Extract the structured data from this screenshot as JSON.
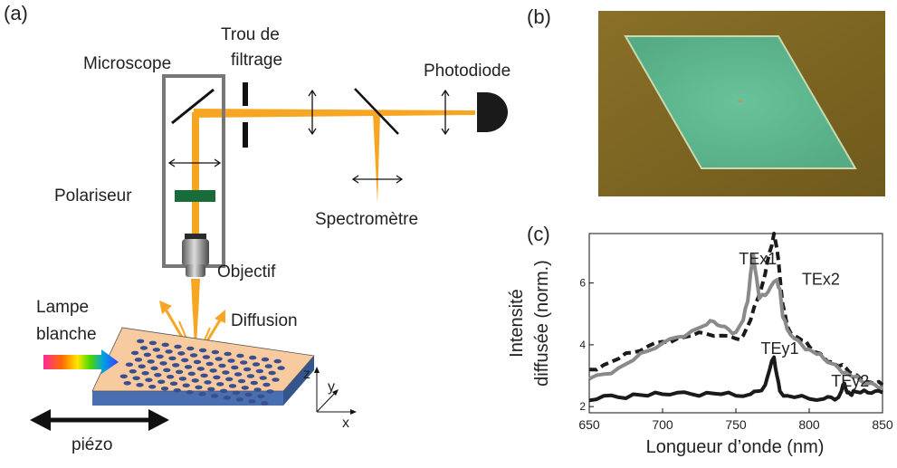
{
  "panel_a": {
    "panel_label": "(a)",
    "labels": {
      "microscope": "Microscope",
      "trou_line1": "Trou de",
      "trou_line2": "filtrage",
      "photodiode": "Photodiode",
      "polariseur": "Polariseur",
      "spectrometre": "Spectromètre",
      "objectif": "Objectif",
      "lampe_line1": "Lampe",
      "lampe_line2": "blanche",
      "diffusion": "Diffusion",
      "piezo": "piézo",
      "axis_z": "z",
      "axis_y": "y",
      "axis_x": "x"
    },
    "colors": {
      "beam": "#f6a623",
      "polarizer": "#1a6b3a",
      "sample_top": "#f8caa0",
      "sample_side": "#4a6fb0",
      "holes": "#3a4f8f",
      "microscope_frame": "#777777"
    }
  },
  "panel_b": {
    "panel_label": "(b)",
    "colors": {
      "background": "#7a6320",
      "flake": "#5fb890"
    }
  },
  "panel_c": {
    "panel_label": "(c)"
  },
  "chart_data": {
    "type": "line",
    "xlabel": "Longueur d’onde (nm)",
    "ylabel_line1": "Intensité",
    "ylabel_line2": "diffusée (norm.)",
    "xlim": [
      650,
      850
    ],
    "ylim": [
      1.8,
      7.6
    ],
    "xticks": [
      650,
      700,
      750,
      800,
      850
    ],
    "yticks": [
      2,
      4,
      6
    ],
    "annotations": [
      {
        "text": "TEx1",
        "x": 752,
        "y": 6.6
      },
      {
        "text": "TEx2",
        "x": 795,
        "y": 5.95
      },
      {
        "text": "TEy1",
        "x": 767,
        "y": 3.7
      },
      {
        "text": "TEy2",
        "x": 815,
        "y": 2.65
      }
    ],
    "series": [
      {
        "style": "dashed",
        "color": "#1a1a1a",
        "x": [
          650,
          660,
          670,
          680,
          690,
          700,
          710,
          720,
          730,
          740,
          750,
          755,
          760,
          765,
          770,
          773,
          776,
          778,
          780,
          782,
          785,
          790,
          795,
          800,
          805,
          810,
          815,
          820,
          825,
          830,
          835,
          840,
          845,
          850
        ],
        "y": [
          3.2,
          3.35,
          3.55,
          3.75,
          3.95,
          4.1,
          4.2,
          4.3,
          4.35,
          4.3,
          4.2,
          4.3,
          4.8,
          5.5,
          6.3,
          7.0,
          7.6,
          7.1,
          6.2,
          5.3,
          4.6,
          4.3,
          4.15,
          3.95,
          3.75,
          3.6,
          3.45,
          3.3,
          3.25,
          3.05,
          2.9,
          2.8,
          2.75,
          2.7
        ]
      },
      {
        "style": "solid",
        "color": "#8a8a8a",
        "x": [
          650,
          660,
          670,
          680,
          690,
          700,
          710,
          720,
          730,
          735,
          740,
          745,
          750,
          755,
          758,
          760,
          762,
          764,
          766,
          770,
          774,
          778,
          780,
          782,
          785,
          790,
          795,
          800,
          805,
          810,
          815,
          820,
          825,
          830,
          835,
          840,
          845,
          850
        ],
        "y": [
          2.9,
          3.05,
          3.25,
          3.5,
          3.8,
          4.05,
          4.25,
          4.45,
          4.65,
          4.75,
          4.6,
          4.5,
          4.4,
          4.8,
          5.4,
          6.3,
          6.9,
          6.2,
          5.5,
          5.6,
          5.9,
          6.1,
          5.8,
          4.9,
          4.5,
          4.2,
          4.0,
          3.85,
          3.7,
          3.55,
          3.4,
          3.25,
          3.1,
          2.95,
          2.85,
          2.75,
          2.7,
          2.65
        ]
      },
      {
        "style": "solid",
        "color": "#1a1a1a",
        "x": [
          650,
          660,
          670,
          680,
          690,
          700,
          710,
          720,
          730,
          740,
          750,
          760,
          765,
          770,
          773,
          776,
          778,
          780,
          785,
          790,
          800,
          810,
          815,
          820,
          822,
          824,
          826,
          828,
          830,
          835,
          840,
          845,
          850
        ],
        "y": [
          2.2,
          2.35,
          2.3,
          2.4,
          2.35,
          2.4,
          2.45,
          2.4,
          2.45,
          2.4,
          2.35,
          2.4,
          2.5,
          2.7,
          3.2,
          3.6,
          3.0,
          2.5,
          2.35,
          2.3,
          2.25,
          2.25,
          2.3,
          2.3,
          2.5,
          2.75,
          2.45,
          2.4,
          2.5,
          2.45,
          2.45,
          2.5,
          2.45
        ]
      }
    ]
  }
}
